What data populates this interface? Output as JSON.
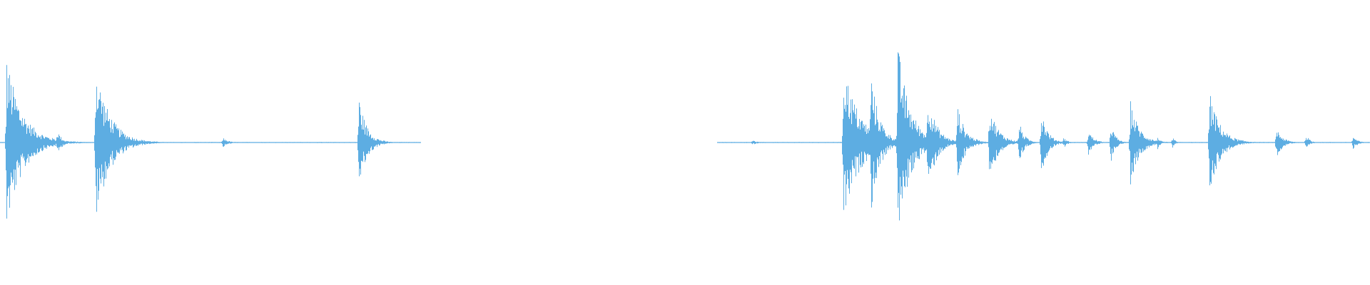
{
  "waveform": {
    "color": "#5DADE2",
    "background": "#ffffff",
    "duration_sec": 27.7,
    "segments": [
      {
        "start_sec": 0.0,
        "end_sec": 8.5,
        "bursts": [
          {
            "t": 0.13,
            "amp": 1.0,
            "decay": 0.9
          },
          {
            "t": 1.15,
            "amp": 0.16,
            "decay": 0.25
          },
          {
            "t": 1.93,
            "amp": 0.92,
            "decay": 0.8
          },
          {
            "t": 4.5,
            "amp": 0.06,
            "decay": 0.3
          },
          {
            "t": 7.25,
            "amp": 0.55,
            "decay": 0.45
          }
        ]
      },
      {
        "start_sec": 14.5,
        "end_sec": 27.7,
        "bursts": [
          {
            "t": 15.2,
            "amp": 0.03,
            "decay": 0.3
          },
          {
            "t": 17.05,
            "amp": 0.95,
            "decay": 0.9
          },
          {
            "t": 17.6,
            "amp": 0.85,
            "decay": 0.5
          },
          {
            "t": 18.15,
            "amp": 1.15,
            "decay": 0.7
          },
          {
            "t": 18.75,
            "amp": 0.6,
            "decay": 0.5
          },
          {
            "t": 19.35,
            "amp": 0.45,
            "decay": 0.45
          },
          {
            "t": 20.0,
            "amp": 0.45,
            "decay": 0.5
          },
          {
            "t": 20.6,
            "amp": 0.25,
            "decay": 0.3
          },
          {
            "t": 21.05,
            "amp": 0.4,
            "decay": 0.35
          },
          {
            "t": 21.5,
            "amp": 0.07,
            "decay": 0.2
          },
          {
            "t": 22.0,
            "amp": 0.15,
            "decay": 0.3
          },
          {
            "t": 22.45,
            "amp": 0.25,
            "decay": 0.25
          },
          {
            "t": 22.85,
            "amp": 0.5,
            "decay": 0.5
          },
          {
            "t": 23.4,
            "amp": 0.08,
            "decay": 0.15
          },
          {
            "t": 23.7,
            "amp": 0.07,
            "decay": 0.15
          },
          {
            "t": 24.45,
            "amp": 0.6,
            "decay": 0.6
          },
          {
            "t": 25.8,
            "amp": 0.18,
            "decay": 0.35
          },
          {
            "t": 26.4,
            "amp": 0.1,
            "decay": 0.2
          },
          {
            "t": 27.35,
            "amp": 0.08,
            "decay": 0.25
          }
        ]
      }
    ]
  }
}
